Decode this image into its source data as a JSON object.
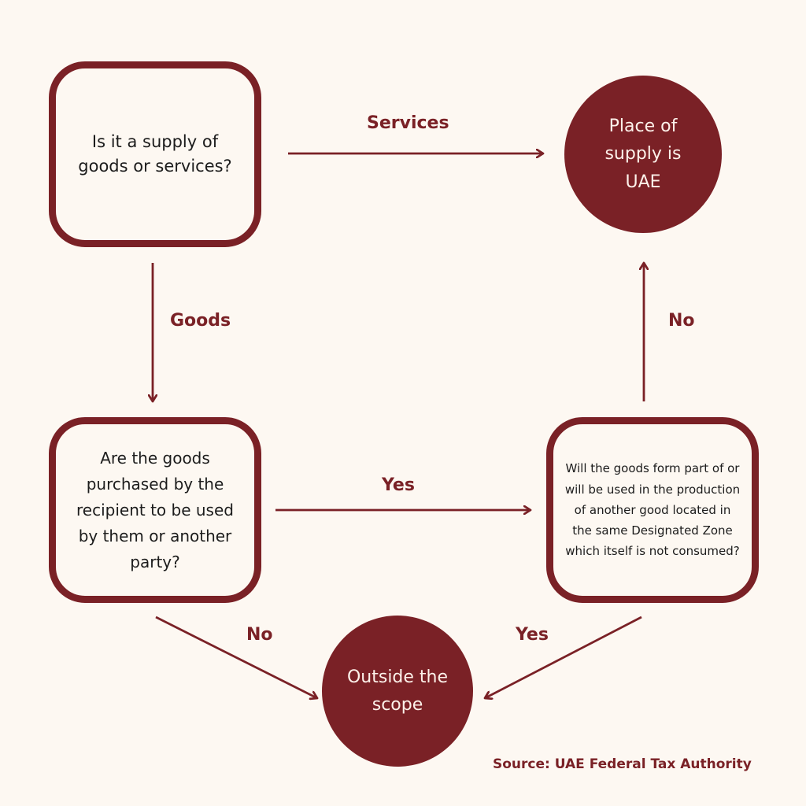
{
  "nodes": {
    "question_goods_or_services": "Is it a supply of goods or services?",
    "question_used_by": "Are the goods purchased by the recipient to be used by them or another party?",
    "question_designated_zone": "Will the goods form part of or will be used in the production of another good located in the same Designated Zone which itself is not consumed?",
    "place_of_supply_uae": "Place of supply is UAE",
    "outside_scope": "Outside the scope"
  },
  "edges": {
    "services": "Services",
    "goods": "Goods",
    "no_to_uae": "No",
    "yes_to_zone_question": "Yes",
    "no_to_outside": "No",
    "yes_to_outside": "Yes"
  },
  "source": "Source: UAE Federal Tax Authority",
  "colors": {
    "accent": "#7a2126",
    "background": "#fdf8f2",
    "text": "#1c1c1c",
    "circle_text": "#fdf1ea"
  }
}
